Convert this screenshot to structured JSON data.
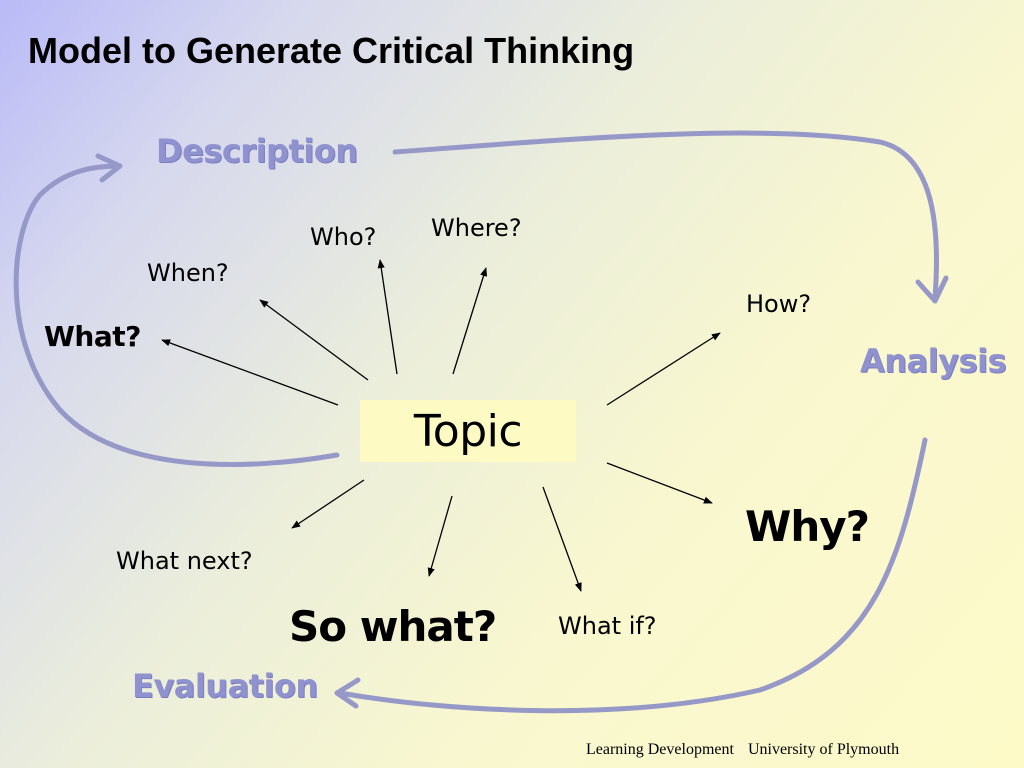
{
  "title": "Model to Generate Critical Thinking",
  "stages": {
    "description": "Description",
    "analysis": "Analysis",
    "evaluation": "Evaluation"
  },
  "topic": "Topic",
  "questions": {
    "what": "What?",
    "when": "When?",
    "who": "Who?",
    "where": "Where?",
    "how": "How?",
    "why": "Why?",
    "what_next": "What next?",
    "so_what": "So what?",
    "what_if": "What if?"
  },
  "footer": {
    "dept": "Learning Development",
    "university": "University of Plymouth"
  },
  "colors": {
    "stage_text": "#8f92cf",
    "cycle_arrow": "#9698c8",
    "topic_fill": "#fdfac3"
  }
}
